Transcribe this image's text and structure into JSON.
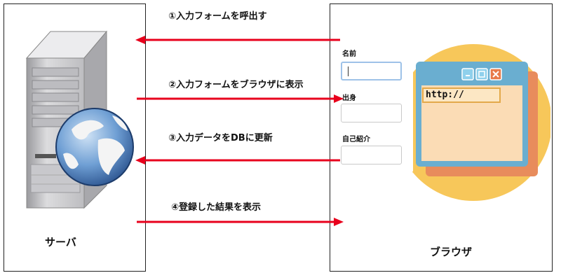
{
  "steps": [
    {
      "label": "①入力フォームを呼出す",
      "direction": "to-server"
    },
    {
      "label": "②入力フォームをブラウザに表示",
      "direction": "to-browser"
    },
    {
      "label": "③入力データをDBに更新",
      "direction": "to-server"
    },
    {
      "label": "④登録した結果を表示",
      "direction": "to-browser"
    }
  ],
  "server": {
    "label": "サーバ"
  },
  "browser": {
    "label": "ブラウザ",
    "url": "http://"
  },
  "form": {
    "fields": [
      {
        "label": "名前",
        "value": ""
      },
      {
        "label": "出身",
        "value": ""
      },
      {
        "label": "自己紹介",
        "value": ""
      }
    ]
  },
  "colors": {
    "arrow": "#e8001c",
    "browser_circle": "#f7c75a",
    "window_frame": "#6aaed0",
    "window_content": "#fbdcb5",
    "window_shadow": "#e88c5c",
    "close_button": "#e87a4a",
    "server_body": "#d4d4d6",
    "globe": "#3a6fb0"
  }
}
